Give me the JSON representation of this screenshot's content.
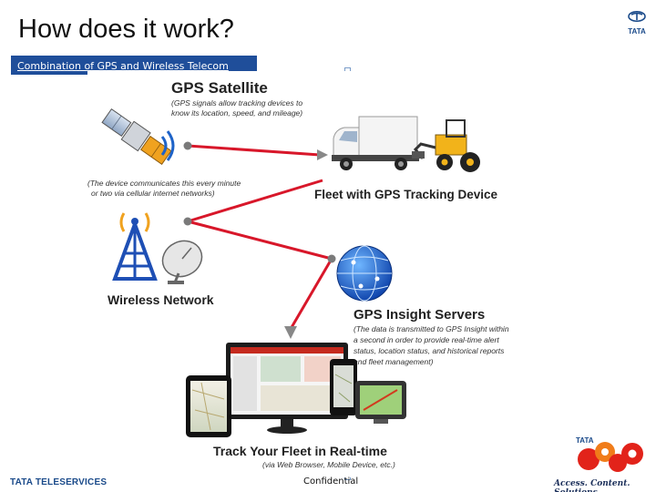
{
  "slide": {
    "title": "How does it work?",
    "subtitle": "Combination of GPS and Wireless Telecom network"
  },
  "brand": {
    "logo_word": "TATA",
    "footer": "TATA TELESERVICES",
    "confidential": "Confidential",
    "partner_logo_word": "TATA",
    "tagline": "Access. Content. Solutions."
  },
  "diagram": {
    "satellite": {
      "title": "GPS Satellite",
      "caption_lines": [
        "(GPS signals allow tracking devices to",
        "know its location, speed, and mileage)"
      ]
    },
    "communicate_caption_lines": [
      "(The device communicates this every minute",
      "or two via cellular internet networks)"
    ],
    "fleet": {
      "title": "Fleet with GPS Tracking Device"
    },
    "wireless": {
      "title": "Wireless Network"
    },
    "servers": {
      "title": "GPS Insight Servers",
      "caption_lines": [
        "(The data is transmitted to GPS Insight within",
        "a second in order to provide real-time alert",
        "status, location status, and historical reports",
        "and fleet management)"
      ]
    },
    "track": {
      "title": "Track Your Fleet in Real-time",
      "caption": "(via Web Browser, Mobile Device, etc.)"
    }
  },
  "colors": {
    "accent_blue": "#1f4e9a",
    "arrow_red": "#d8172a",
    "brand_blue": "#1a4a8a",
    "docomo_orange": "#f07c1a",
    "docomo_red": "#e2231a"
  },
  "icons": [
    "satellite-icon",
    "signal-waves-icon",
    "cell-tower-icon",
    "satellite-dish-icon",
    "delivery-truck-icon",
    "loader-vehicle-icon",
    "globe-server-icon",
    "monitor-icon",
    "tablet-icon",
    "phone-icon",
    "gps-navigator-icon"
  ]
}
